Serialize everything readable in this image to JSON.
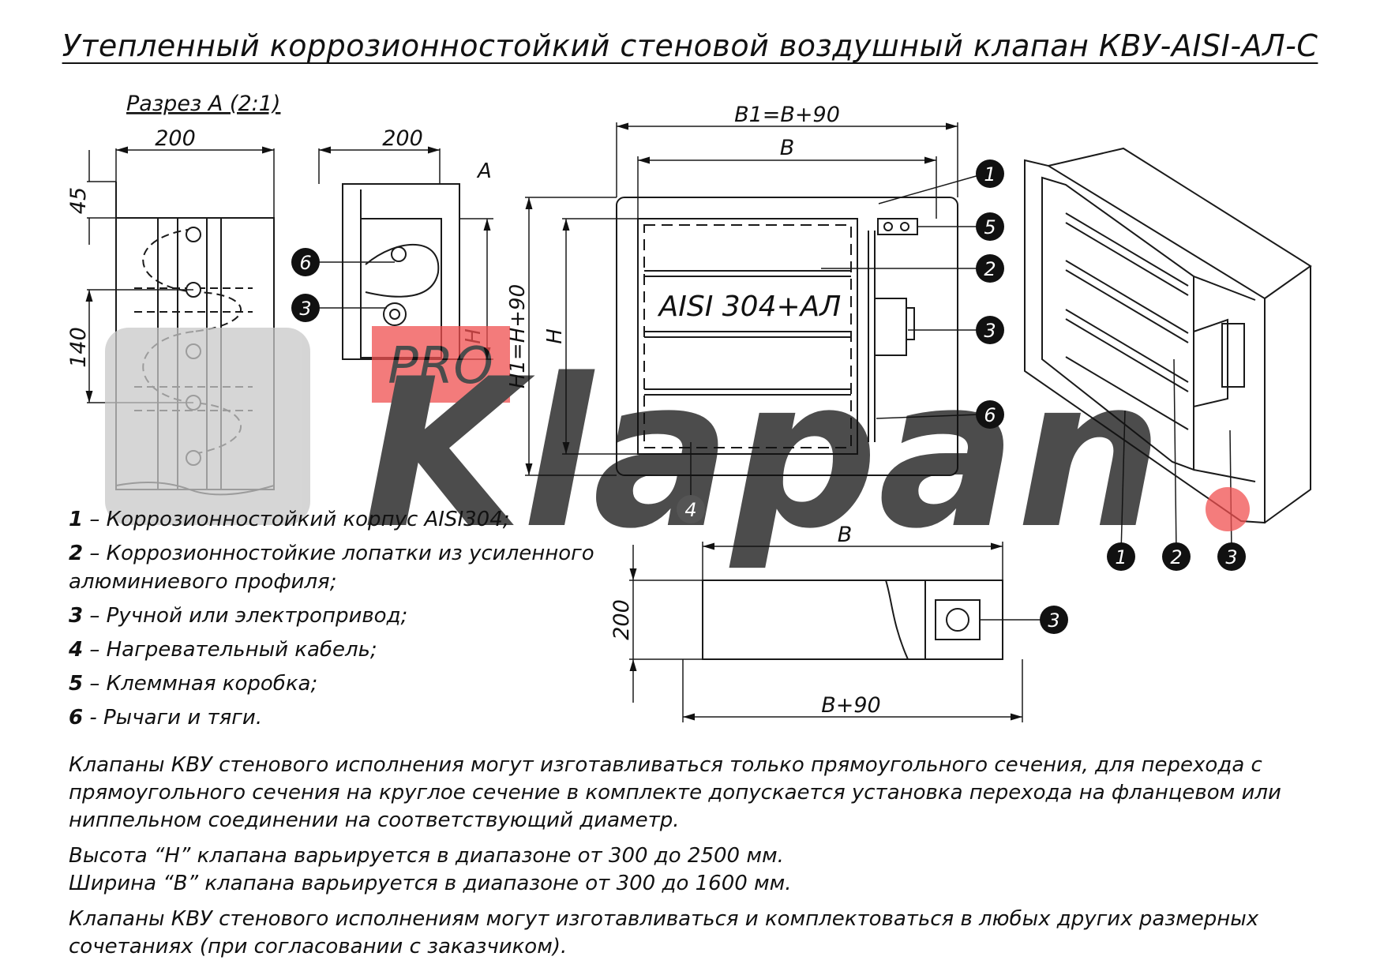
{
  "title": "Утепленный коррозионностойкий стеновой воздушный клапан КВУ-AISI-АЛ-С",
  "section_label": "Разрез А (2:1)",
  "section_marker": "А",
  "dimensions": {
    "width_200_left": "200",
    "width_200_mid": "200",
    "dim_45": "45",
    "dim_140": "140",
    "b1": "B1=B+90",
    "b": "B",
    "h1": "H1=H+90",
    "h": "H",
    "h_mid": "H",
    "b_bottom": "B",
    "depth_200": "200",
    "b_plus_90": "B+90"
  },
  "material_label": "AISI 304+АЛ",
  "callouts": {
    "n1": "1",
    "n2": "2",
    "n3": "3",
    "n4": "4",
    "n5": "5",
    "n6": "6"
  },
  "watermark": {
    "pro": "PRO",
    "brand": "Klapan",
    "dot": "."
  },
  "legend": [
    {
      "num": "1",
      "text": " – Коррозионностойкий корпус AISI304;"
    },
    {
      "num": "2",
      "text": " – Коррозионностойкие лопатки из усиленного алюминиевого профиля;"
    },
    {
      "num": "3",
      "text": " – Ручной или электропривод;"
    },
    {
      "num": "4",
      "text": " – Нагревательный кабель;"
    },
    {
      "num": "5",
      "text": " – Клеммная коробка;"
    },
    {
      "num": "6",
      "text": " - Рычаги и тяги."
    }
  ],
  "notes": [
    "Клапаны КВУ стенового исполнения могут изготавливаться только прямоугольного сечения, для перехода с прямоугольного сечения на круглое сечение в комплекте допускается установка перехода на фланцевом или ниппельном соединении на соответствующий диаметр.",
    "Высота “H” клапана варьируется в диапазоне от 300 до 2500 мм.",
    "Ширина “B” клапана варьируется в диапазоне от 300 до 1600 мм.",
    "Клапаны КВУ стенового исполнениям могут изготавливаться и комплектоваться в любых других размерных сочетаниях (при согласовании с заказчиком)."
  ],
  "colors": {
    "line": "#1a1a1a",
    "watermark_gray": "#c8c8c8",
    "watermark_red": "#f05050",
    "callout_fill": "#111111"
  }
}
